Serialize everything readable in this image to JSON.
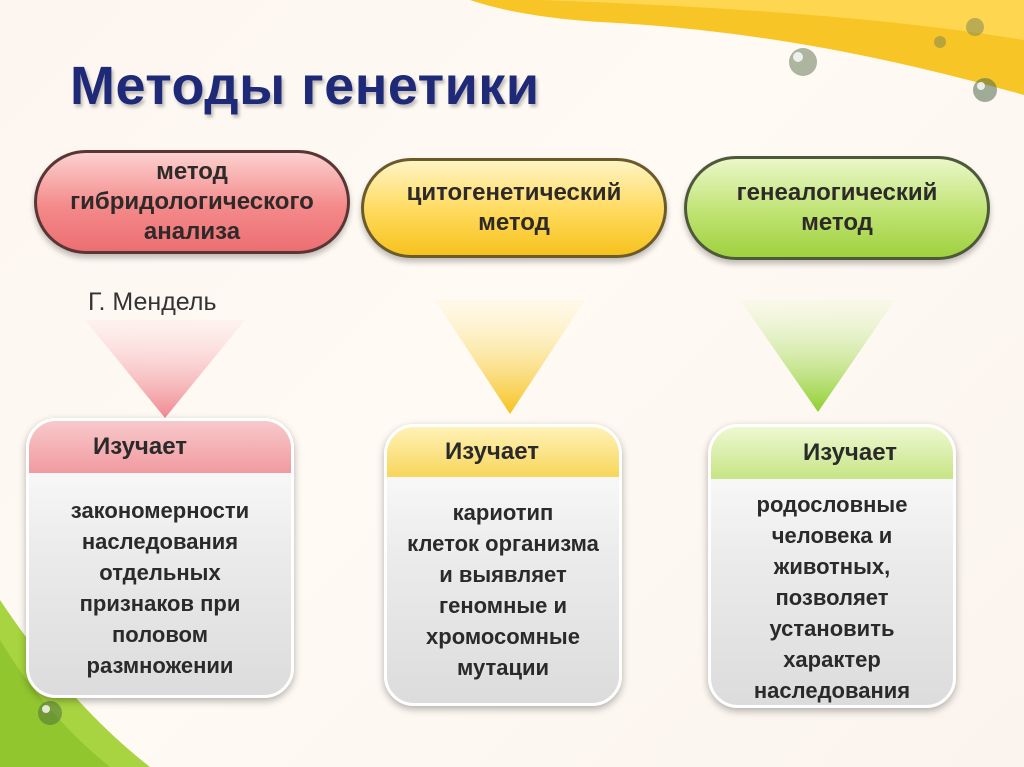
{
  "title": "Методы генетики",
  "methods": [
    {
      "name": "метод\nгибридологического\nанализа",
      "author": "Г. Мендель",
      "studies_label": "Изучает",
      "studies": "закономерности\nнаследования\nотдельных\nпризнаков при\nполовом\nразмножении",
      "color": "#ec6f72"
    },
    {
      "name": "цитогенетический\nметод",
      "studies_label": "Изучает",
      "studies": "кариотип\nклеток организма\nи выявляет\nгеномные и\nхромосомные\nмутации",
      "color": "#f6c21e"
    },
    {
      "name": "генеалогический\nметод",
      "studies_label": "Изучает",
      "studies": "родословные\nчеловека и\nживотных,\nпозволяет\nустановить\nхарактер\nнаследования",
      "color": "#9fd13f"
    }
  ]
}
